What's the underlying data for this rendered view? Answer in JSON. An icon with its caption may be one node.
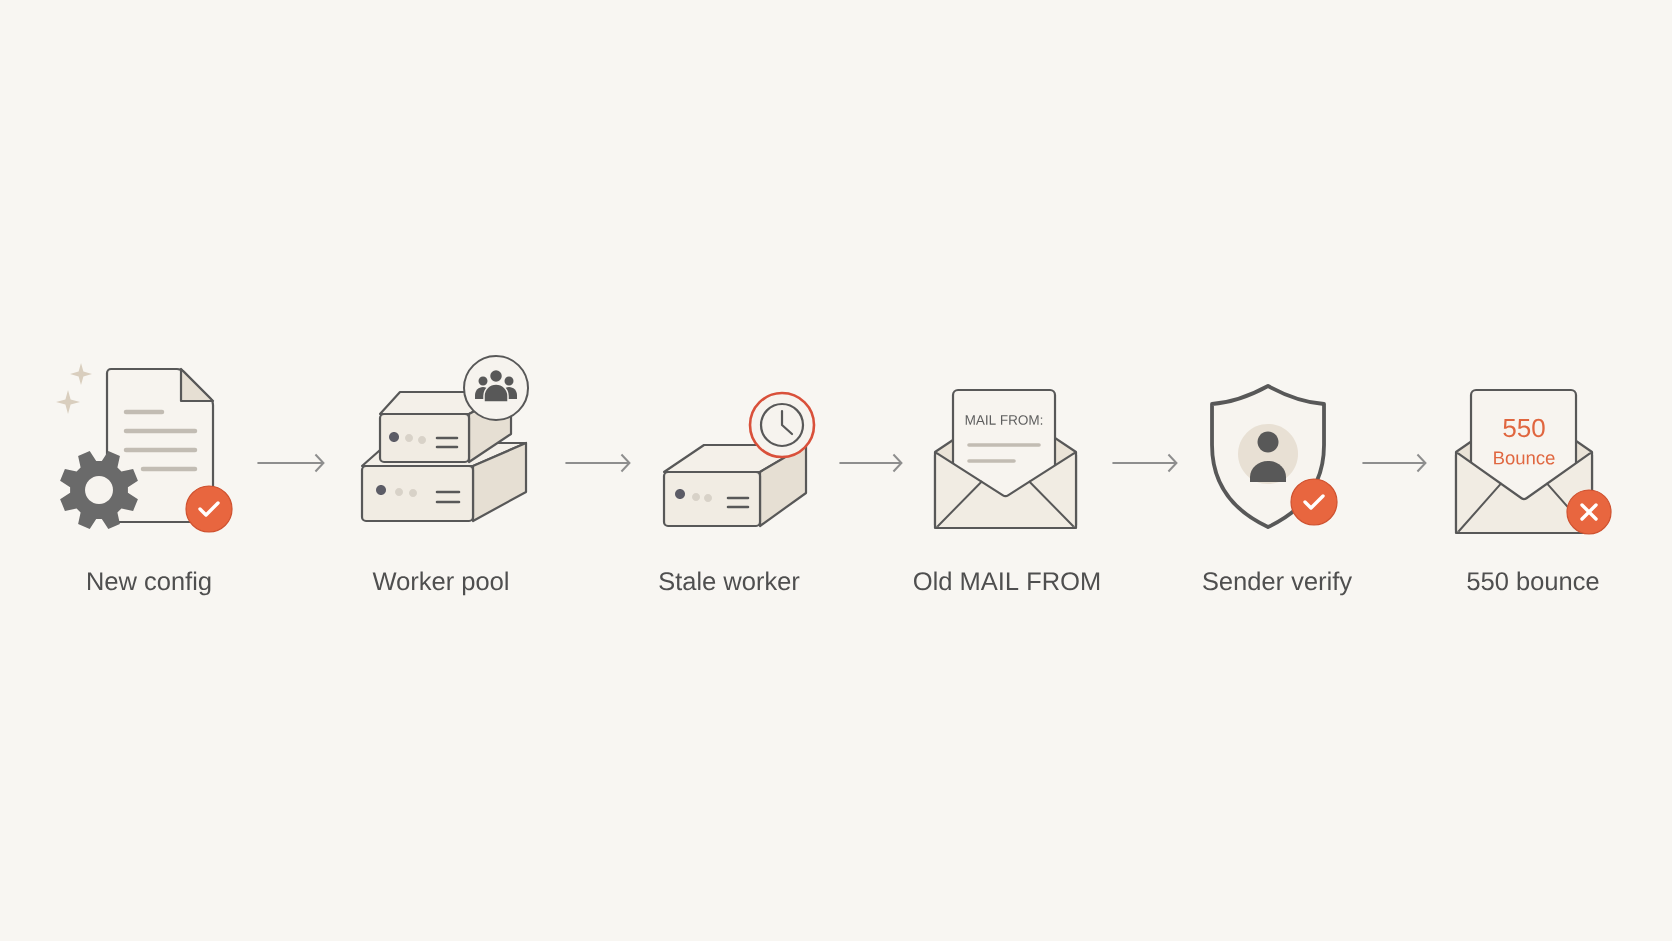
{
  "diagram": {
    "nodes": [
      {
        "text": [
          "New config"
        ]
      },
      {
        "text": [
          "Worker pool"
        ]
      },
      {
        "text": [
          "Stale worker"
        ]
      },
      {
        "text": [
          "MAIL FROM:",
          "Old MAIL FROM"
        ]
      },
      {
        "text": [
          "Sender verify"
        ]
      },
      {
        "text": [
          "550",
          "Bounce",
          "550 bounce"
        ]
      }
    ],
    "edges": [
      {
        "from": 0,
        "to": 1,
        "arrow": "to"
      },
      {
        "from": 1,
        "to": 2,
        "arrow": "to"
      },
      {
        "from": 2,
        "to": 3,
        "arrow": "to"
      },
      {
        "from": 3,
        "to": 4,
        "arrow": "to"
      },
      {
        "from": 4,
        "to": 5,
        "arrow": "to"
      }
    ]
  }
}
